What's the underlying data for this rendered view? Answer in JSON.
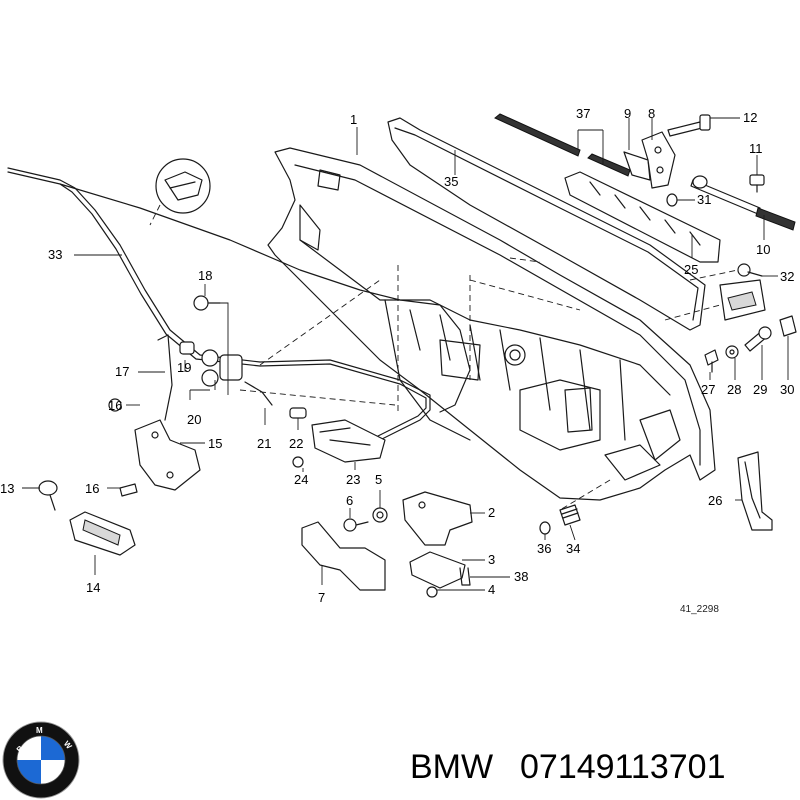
{
  "diagram": {
    "reference_code": "41_2298",
    "callouts": [
      "1",
      "2",
      "3",
      "4",
      "5",
      "6",
      "7",
      "8",
      "9",
      "10",
      "11",
      "12",
      "13",
      "14",
      "15",
      "16",
      "16",
      "17",
      "18",
      "19",
      "20",
      "21",
      "22",
      "23",
      "24",
      "25",
      "26",
      "27",
      "28",
      "29",
      "30",
      "31",
      "32",
      "33",
      "34",
      "35",
      "36",
      "37",
      "38"
    ]
  },
  "footer": {
    "brand": "BMW",
    "part_number": "07149113701",
    "logo_letters": [
      "B",
      "M",
      "W"
    ]
  },
  "colors": {
    "line": "#1a1a1a",
    "logo_blue": "#1c69d4",
    "logo_ring": "#111111",
    "background": "#ffffff"
  }
}
